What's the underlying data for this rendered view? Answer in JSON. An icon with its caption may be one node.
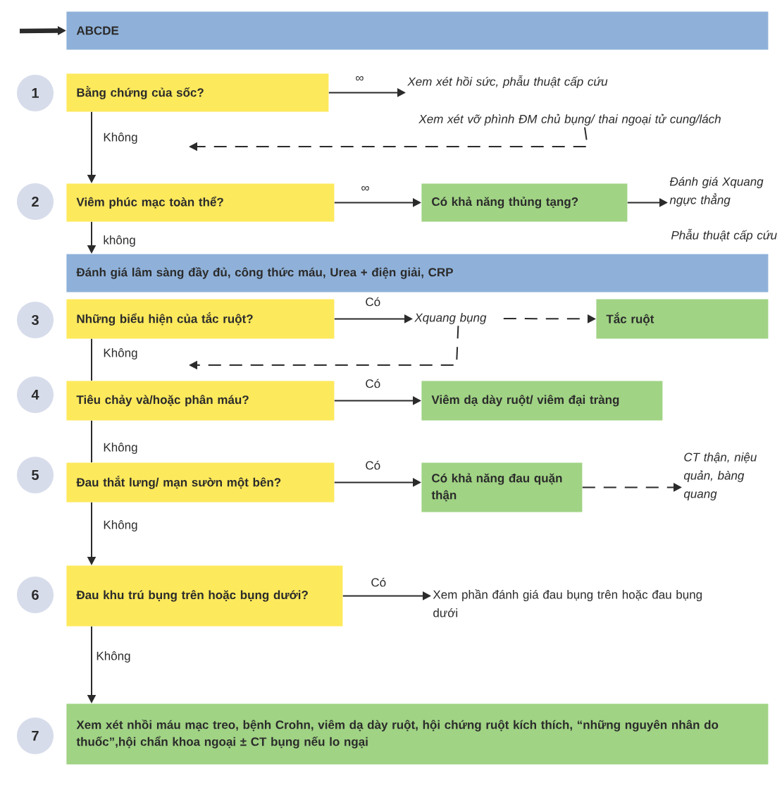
{
  "diagram": {
    "nodes": [
      {
        "text": [
          "ABCDE"
        ]
      },
      {
        "text": [
          "1"
        ]
      },
      {
        "text": [
          "Bằng chứng của sốc?"
        ]
      },
      {
        "text": [
          "Xem xét hồi sức, phẫu thuật cấp cứu"
        ]
      },
      {
        "text": [
          "Xem xét vỡ phình ĐM chủ bụng/ thai ngoại tử cung/lách"
        ]
      },
      {
        "text": [
          "2"
        ]
      },
      {
        "text": [
          "Viêm phúc mạc toàn thể?"
        ]
      },
      {
        "text": [
          "Có khả năng thủng tạng?"
        ]
      },
      {
        "text": [
          "Đánh giá Xquang ngực thẳng"
        ]
      },
      {
        "text": [
          "Phẫu thuật cấp cứu"
        ]
      },
      {
        "text": [
          "Đánh giá lâm sàng đầy đủ, công thức máu, Urea + điện giải, CRP"
        ]
      },
      {
        "text": [
          "3"
        ]
      },
      {
        "text": [
          "Những biểu hiện của tắc ruột?"
        ]
      },
      {
        "text": [
          "Xquang bụng"
        ]
      },
      {
        "text": [
          "Tắc ruột"
        ]
      },
      {
        "text": [
          "4"
        ]
      },
      {
        "text": [
          "Tiêu chảy và/hoặc phân máu?"
        ]
      },
      {
        "text": [
          "Viêm dạ dày ruột/ viêm đại tràng"
        ]
      },
      {
        "text": [
          "5"
        ]
      },
      {
        "text": [
          "Đau thắt lưng/ mạn sườn một bên?"
        ]
      },
      {
        "text": [
          "Có khả năng đau quặn thận"
        ]
      },
      {
        "text": [
          "CT thận, niệu quản, bàng quang"
        ]
      },
      {
        "text": [
          "6"
        ]
      },
      {
        "text": [
          "Đau khu trú bụng trên hoặc bụng dưới?"
        ]
      },
      {
        "text": [
          "Xem phần đánh giá đau bụng trên hoặc đau bụng dưới"
        ]
      },
      {
        "text": [
          "7"
        ]
      },
      {
        "text": [
          "Xem xét nhồi máu mạc treo, bệnh Crohn, viêm dạ dày ruột, hội chứng ruột kích thích, “những nguyên nhân do thuốc”,hội chẩn khoa ngoại ± CT bụng nếu lo ngại"
        ]
      }
    ],
    "edges": [
      {
        "from": null,
        "to": 0,
        "arrow": "to",
        "style": "thick"
      },
      {
        "from": 2,
        "to": 3,
        "arrow": "to",
        "label": "∞"
      },
      {
        "from": 2,
        "to": 6,
        "arrow": "to",
        "label": "Không"
      },
      {
        "from": 4,
        "to": null,
        "arrow": "to",
        "style": "dashed"
      },
      {
        "from": 6,
        "to": 7,
        "arrow": "to",
        "label": "∞"
      },
      {
        "from": 7,
        "to": 8,
        "arrow": "to"
      },
      {
        "from": 6,
        "to": 10,
        "arrow": "to",
        "label": "không"
      },
      {
        "from": 12,
        "to": 13,
        "arrow": "to",
        "label": "Có"
      },
      {
        "from": 13,
        "to": 14,
        "arrow": "to",
        "style": "dashed"
      },
      {
        "from": 13,
        "to": 16,
        "arrow": "to",
        "style": "dashed"
      },
      {
        "from": 12,
        "to": 16,
        "arrow": "none",
        "label": "Không"
      },
      {
        "from": 16,
        "to": 17,
        "arrow": "to",
        "label": "Có"
      },
      {
        "from": 16,
        "to": 19,
        "arrow": "none",
        "label": "Không"
      },
      {
        "from": 19,
        "to": 20,
        "arrow": "to",
        "label": "Có"
      },
      {
        "from": 20,
        "to": 21,
        "arrow": "to",
        "style": "dashed"
      },
      {
        "from": 19,
        "to": 23,
        "arrow": "to",
        "label": "Không"
      },
      {
        "from": 23,
        "to": 24,
        "arrow": "to",
        "label": "Có"
      },
      {
        "from": 23,
        "to": 26,
        "arrow": "to",
        "label": "Không"
      }
    ]
  }
}
